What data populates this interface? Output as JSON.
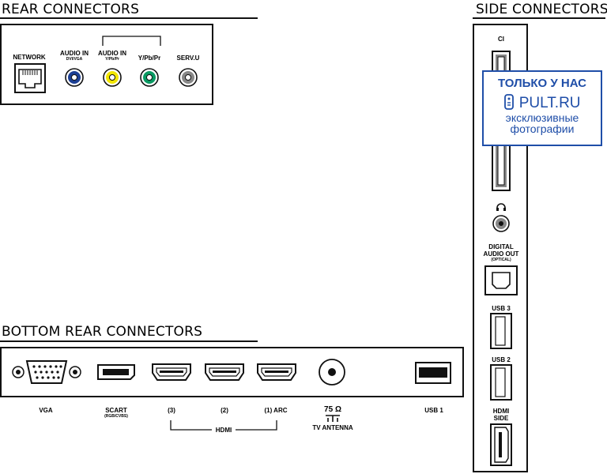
{
  "headings": {
    "rear": "REAR CONNECTORS",
    "bottom": "BOTTOM REAR CONNECTORS",
    "side": "SIDE CONNECTORS"
  },
  "rear": {
    "network": "NETWORK",
    "audio_in_1": "AUDIO IN",
    "audio_in_1_sub": "DVI/VGA",
    "audio_in_2": "AUDIO IN",
    "audio_in_2_sub": "Y/Pb/Pr",
    "ypbpr": "Y/Pb/Pr",
    "serv": "SERV.U"
  },
  "bottom": {
    "vga": "VGA",
    "scart": "SCART",
    "scart_sub": "(RGB/CVBS)",
    "hdmi3": "(3)",
    "hdmi2": "(2)",
    "hdmi1": "(1) ARC",
    "hdmi_group": "HDMI",
    "ant_ohm": "75 Ω",
    "ant": "TV ANTENNA",
    "usb1": "USB 1"
  },
  "side": {
    "ci": "CI",
    "digital_1": "DIGITAL",
    "digital_2": "AUDIO OUT",
    "digital_sub": "(OPTICAL)",
    "usb3": "USB 3",
    "usb2": "USB 2",
    "hdmi_side_1": "HDMI",
    "hdmi_side_2": "SIDE"
  },
  "badge": {
    "title": "ТОЛЬКО У НАС",
    "brand": "PULT.RU",
    "line1": "эксклюзивные",
    "line2": "фотографии"
  },
  "colors": {
    "audio_blue": "#1c3f94",
    "audio_yellow": "#f2e600",
    "audio_green": "#0a9a63",
    "serv_gray": "#888888",
    "badge_blue": "#1f4ea8"
  }
}
